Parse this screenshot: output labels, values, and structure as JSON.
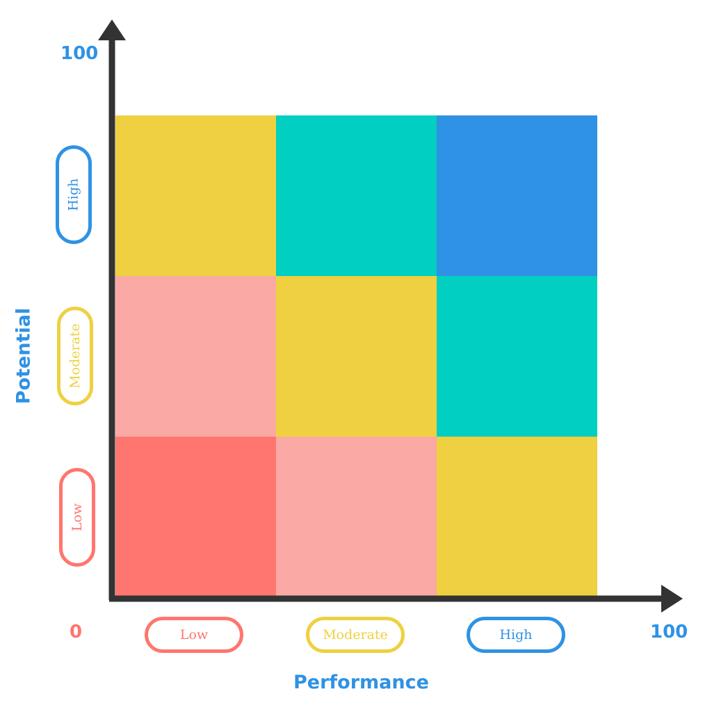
{
  "axes": {
    "x_title": "Performance",
    "y_title": "Potential",
    "origin_label": "0",
    "x_max_label": "100",
    "y_max_label": "100"
  },
  "x_levels": [
    "Low",
    "Moderate",
    "High"
  ],
  "y_levels": [
    "Low",
    "Moderate",
    "High"
  ],
  "colors": {
    "axis": "#333333",
    "blue": "#2f92e4",
    "teal": "#00cfc1",
    "yellow": "#efd040",
    "pink": "#faa9a5",
    "red": "#fe766f"
  },
  "grid": {
    "rows": [
      [
        "yellow",
        "teal",
        "blue"
      ],
      [
        "pink",
        "yellow",
        "teal"
      ],
      [
        "red",
        "pink",
        "yellow"
      ]
    ]
  }
}
